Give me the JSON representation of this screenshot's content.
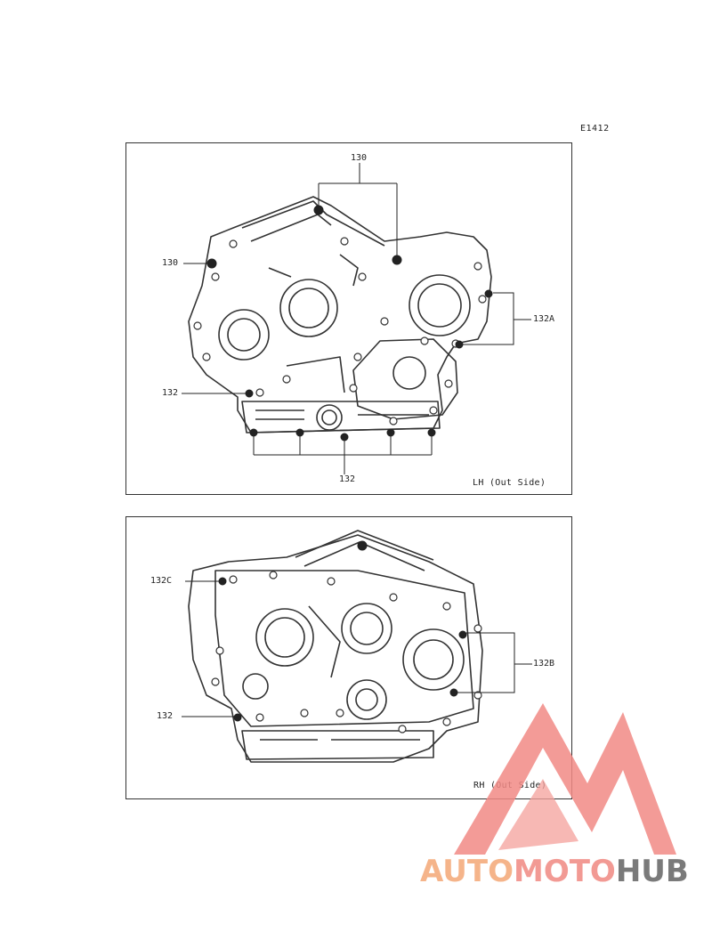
{
  "diagram_code": "E1412",
  "panels": [
    {
      "caption": "LH (Out Side)",
      "callouts": [
        "130",
        "130",
        "132A",
        "132",
        "132"
      ]
    },
    {
      "caption": "RH (Out Side)",
      "callouts": [
        "132C",
        "132B",
        "132"
      ]
    }
  ],
  "watermark": {
    "part1": "AUTO",
    "part2": "MOTO",
    "part3": "HUB",
    "colors": {
      "auto": "#f5b48a",
      "moto": "#f29a94",
      "hub": "#7a7a7a",
      "triangle": "#f28a86"
    }
  }
}
